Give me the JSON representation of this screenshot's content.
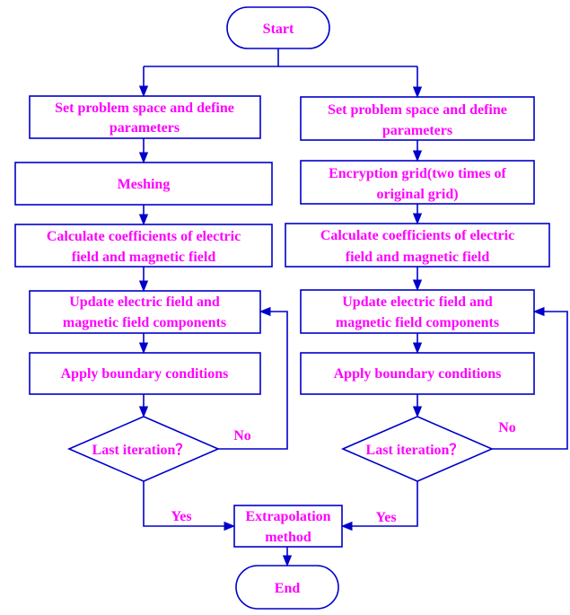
{
  "colors": {
    "stroke": "#0000cc",
    "text": "#ff00ff",
    "background": "#ffffff"
  },
  "start": "Start",
  "end": "End",
  "left": {
    "setup": [
      "Set problem space and define",
      "parameters"
    ],
    "grid": [
      "Meshing"
    ],
    "coefficients": [
      "Calculate coefficients of electric",
      "field and magnetic field"
    ],
    "update": [
      "Update electric field and",
      "magnetic field components"
    ],
    "boundary": [
      "Apply boundary conditions"
    ],
    "decision": "Last iteration？",
    "no": "No",
    "yes": "Yes"
  },
  "right": {
    "setup": [
      "Set problem space and define",
      "parameters"
    ],
    "grid": [
      "Encryption grid(two times of",
      "original grid)"
    ],
    "coefficients": [
      "Calculate coefficients of electric",
      "field and magnetic field"
    ],
    "update": [
      "Update electric field and",
      "magnetic field components"
    ],
    "boundary": [
      "Apply boundary conditions"
    ],
    "decision": "Last iteration？",
    "no": "No",
    "yes": "Yes"
  },
  "merge": [
    "Extrapolation",
    "method"
  ]
}
